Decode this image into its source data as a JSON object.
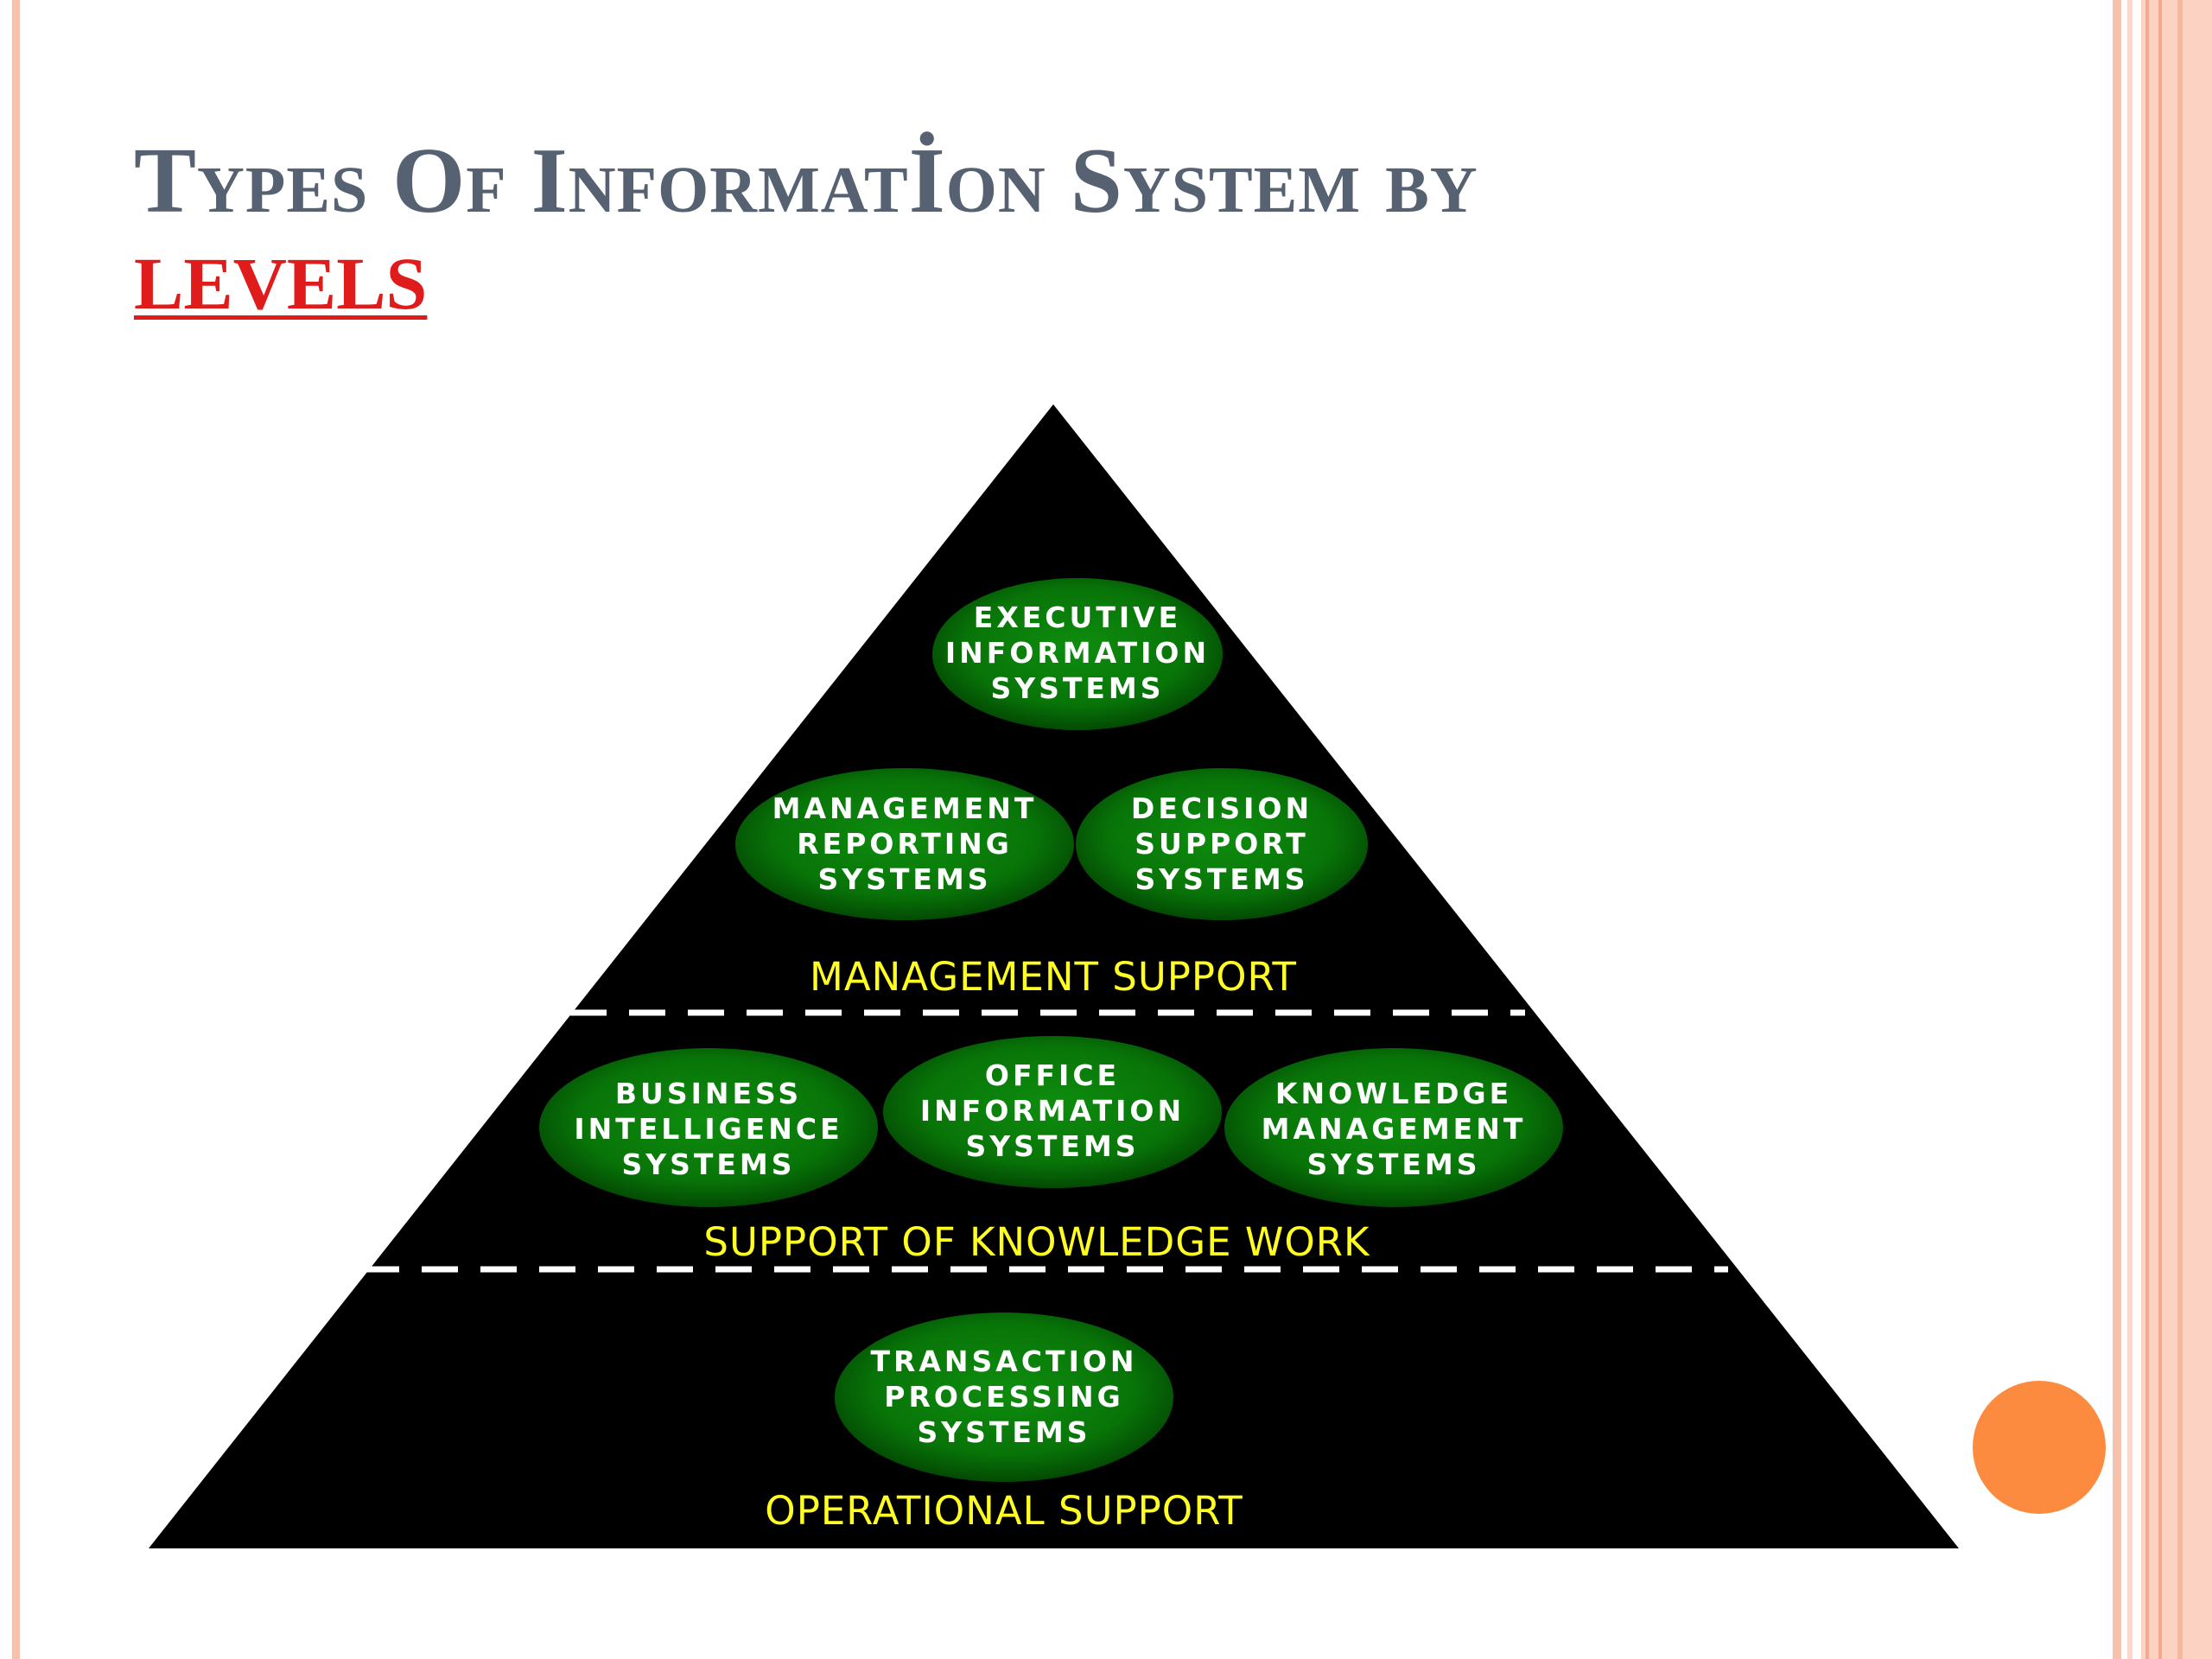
{
  "slide": {
    "title": "Types Of Informatİon System by",
    "title_link": "LEVELS"
  },
  "colors": {
    "title": "#566171",
    "link": "#e01b1b",
    "pyramid": "#000000",
    "oval": "#0b7a0b",
    "level_label": "#ffff22",
    "accent_dot": "#fd8b3f",
    "border": "#f6c2ad"
  },
  "pyramid": {
    "levels": {
      "management": "MANAGEMENT SUPPORT",
      "knowledge": "SUPPORT OF KNOWLEDGE WORK",
      "operational": "OPERATIONAL SUPPORT"
    },
    "systems": {
      "eis": [
        "EXECUTIVE",
        "INFORMATION",
        "SYSTEMS"
      ],
      "mrs": [
        "MANAGEMENT",
        "REPORTING",
        "SYSTEMS"
      ],
      "dss": [
        "DECISION",
        "SUPPORT",
        "SYSTEMS"
      ],
      "bis": [
        "BUSINESS",
        "INTELLIGENCE",
        "SYSTEMS"
      ],
      "ois": [
        "OFFICE",
        "INFORMATION",
        "SYSTEMS"
      ],
      "kms": [
        "KNOWLEDGE",
        "MANAGEMENT",
        "SYSTEMS"
      ],
      "tps": [
        "TRANSACTION",
        "PROCESSING",
        "SYSTEMS"
      ]
    }
  }
}
